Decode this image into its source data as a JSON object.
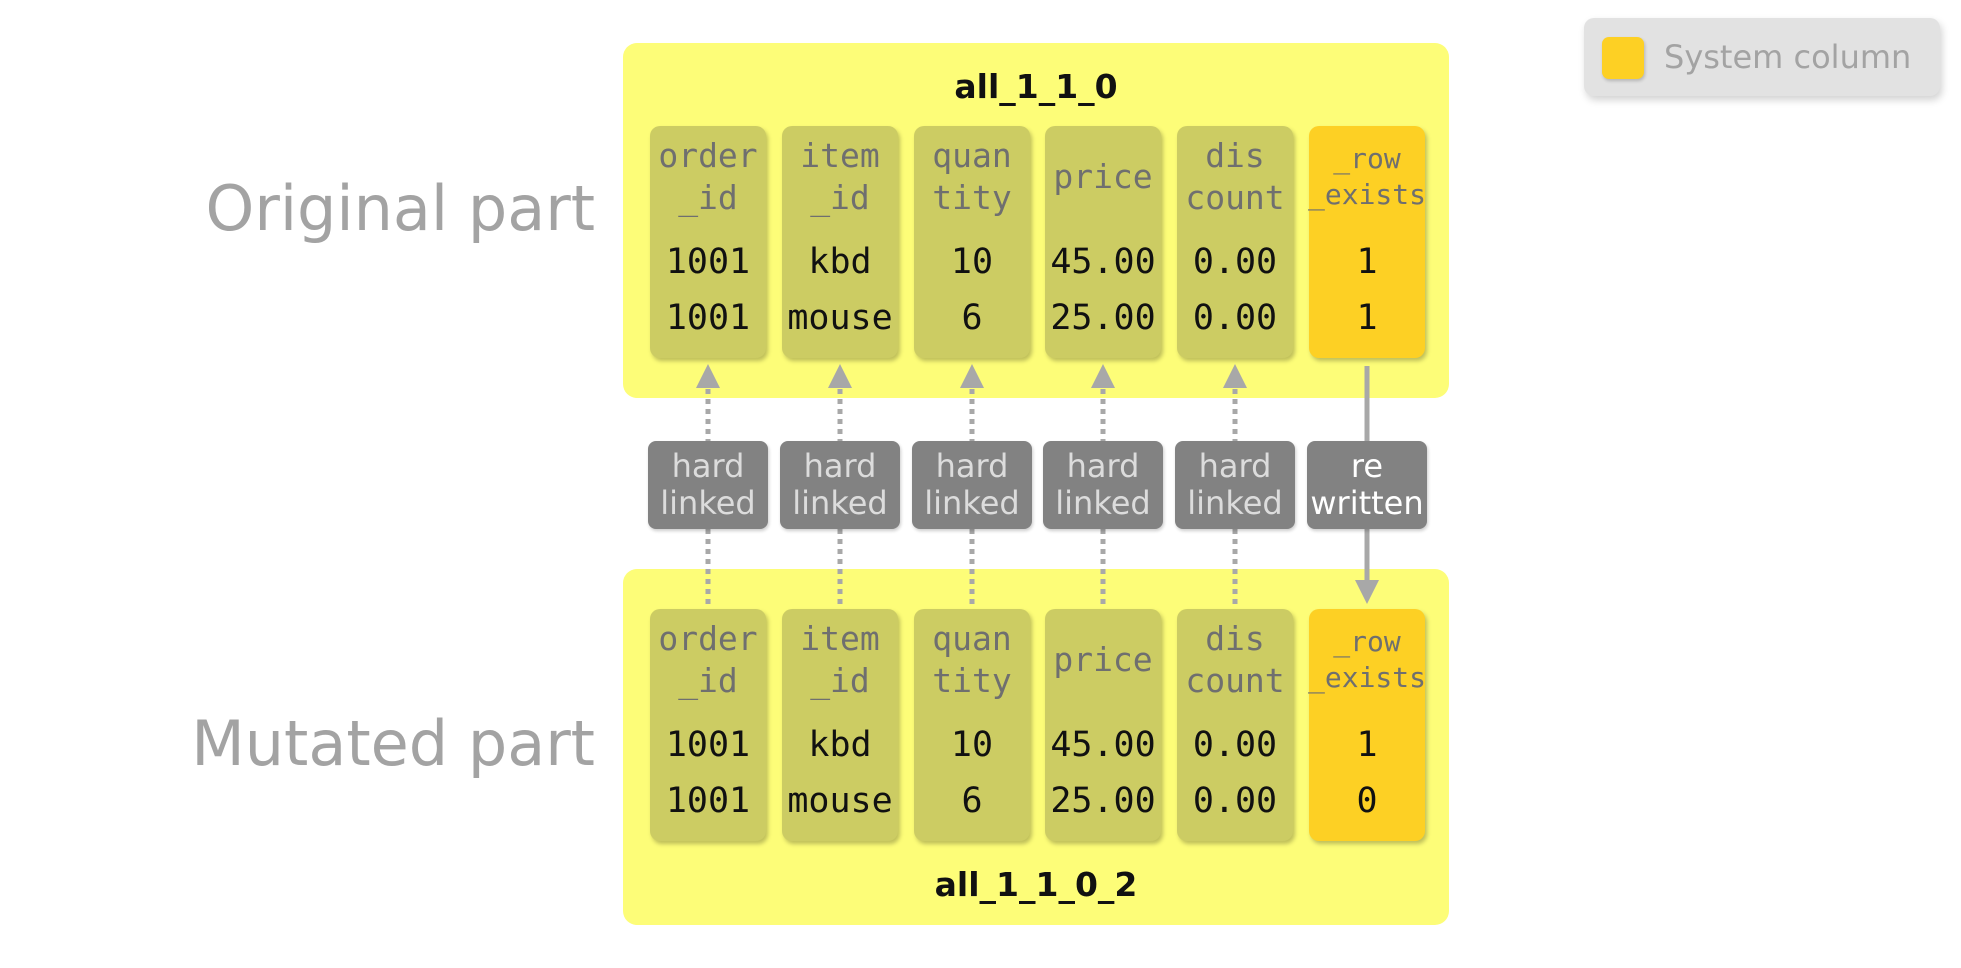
{
  "labels": {
    "original": "Original part",
    "mutated": "Mutated part"
  },
  "parts": {
    "original": {
      "name": "all_1_1_0",
      "columns": [
        {
          "name": "order\n_id",
          "values": [
            "1001",
            "1001"
          ],
          "system": false
        },
        {
          "name": "item\n_id",
          "values": [
            "kbd",
            "mouse"
          ],
          "system": false
        },
        {
          "name": "quan\ntity",
          "values": [
            "10",
            "6"
          ],
          "system": false
        },
        {
          "name": "price",
          "values": [
            "45.00",
            "25.00"
          ],
          "system": false
        },
        {
          "name": "dis\ncount",
          "values": [
            "0.00",
            "0.00"
          ],
          "system": false
        },
        {
          "name": "_row\n_exists",
          "values": [
            "1",
            "1"
          ],
          "system": true
        }
      ]
    },
    "mutated": {
      "name": "all_1_1_0_2",
      "columns": [
        {
          "name": "order\n_id",
          "values": [
            "1001",
            "1001"
          ],
          "system": false
        },
        {
          "name": "item\n_id",
          "values": [
            "kbd",
            "mouse"
          ],
          "system": false
        },
        {
          "name": "quan\ntity",
          "values": [
            "10",
            "6"
          ],
          "system": false
        },
        {
          "name": "price",
          "values": [
            "45.00",
            "25.00"
          ],
          "system": false
        },
        {
          "name": "dis\ncount",
          "values": [
            "0.00",
            "0.00"
          ],
          "system": false
        },
        {
          "name": "_row\n_exists",
          "values": [
            "1",
            "0"
          ],
          "system": true
        }
      ]
    }
  },
  "links": [
    {
      "label": "hard\nlinked",
      "kind": "hardlink"
    },
    {
      "label": "hard\nlinked",
      "kind": "hardlink"
    },
    {
      "label": "hard\nlinked",
      "kind": "hardlink"
    },
    {
      "label": "hard\nlinked",
      "kind": "hardlink"
    },
    {
      "label": "hard\nlinked",
      "kind": "hardlink"
    },
    {
      "label": "re\nwritten",
      "kind": "rewrite"
    }
  ],
  "legend": {
    "label": "System column",
    "swatch_color": "#fdd024"
  },
  "colors": {
    "part_background": "#fdfd78",
    "column": "#cccc63",
    "system_column": "#fdd024",
    "link_box": "#828282",
    "arrow": "#a8a8a8"
  }
}
